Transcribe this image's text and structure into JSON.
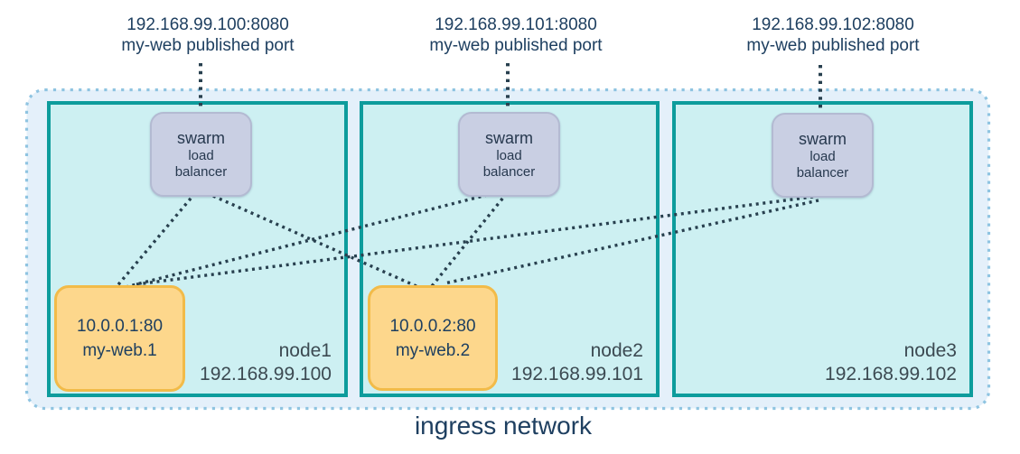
{
  "diagram": {
    "network_label": "ingress network"
  },
  "published_ports": [
    {
      "address": "192.168.99.100:8080",
      "caption": "my-web published port"
    },
    {
      "address": "192.168.99.101:8080",
      "caption": "my-web published port"
    },
    {
      "address": "192.168.99.102:8080",
      "caption": "my-web published port"
    }
  ],
  "nodes": [
    {
      "name": "node1",
      "ip": "192.168.99.100",
      "lb_lines": [
        "swarm",
        "load",
        "balancer"
      ],
      "task": {
        "address": "10.0.0.1:80",
        "name": "my-web.1"
      }
    },
    {
      "name": "node2",
      "ip": "192.168.99.101",
      "lb_lines": [
        "swarm",
        "load",
        "balancer"
      ],
      "task": {
        "address": "10.0.0.2:80",
        "name": "my-web.2"
      }
    },
    {
      "name": "node3",
      "ip": "192.168.99.102",
      "lb_lines": [
        "swarm",
        "load",
        "balancer"
      ],
      "task": null
    }
  ],
  "connections": [
    {
      "from": "lb1",
      "to": "task1"
    },
    {
      "from": "lb1",
      "to": "task2"
    },
    {
      "from": "lb2",
      "to": "task1"
    },
    {
      "from": "lb2",
      "to": "task2"
    },
    {
      "from": "lb3",
      "to": "task1"
    },
    {
      "from": "lb3",
      "to": "task2"
    }
  ],
  "colors": {
    "ingress_fill": "#e4f0fa",
    "ingress_border": "#8fc4e1",
    "node_fill": "#cdf0f2",
    "node_border": "#0d9c9c",
    "lb_fill": "#c9cfe3",
    "lb_border": "#b3bad2",
    "task_fill": "#fdd78c",
    "task_border": "#f2bb49",
    "connection_line": "#28404f",
    "label_text": "#1e3f60",
    "node_label_text": "#3c4a52"
  }
}
